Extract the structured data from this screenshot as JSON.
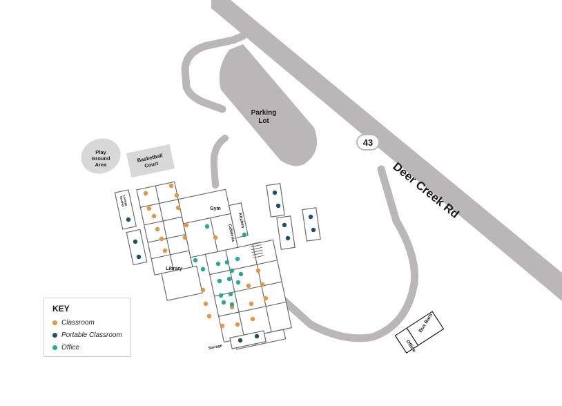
{
  "colors": {
    "road": "#b9b7b8",
    "classroom": "#e8963e",
    "portable": "#1f4e6e",
    "office": "#23a99a",
    "building_line": "#6b6b6b"
  },
  "labels": {
    "parking_line1": "Parking",
    "parking_line2": "Lot",
    "route_number": "43",
    "road_name": "Deer Creek Rd",
    "playground_line1": "Play",
    "playground_line2": "Ground",
    "playground_line3": "Area",
    "basketball_line1": "Basketball",
    "basketball_line2": "Court",
    "gym": "Gym",
    "cafeteria": "Cafeteria",
    "kitchen": "Kitchen",
    "library": "Library",
    "teacher_lounge_line1": "Teacher",
    "teacher_lounge_line2": "Lounge",
    "storage": "Storage",
    "bus_barn": "Bus Barn",
    "office": "Office"
  },
  "key": {
    "title": "KEY",
    "items": [
      {
        "label": "Classroom",
        "color": "#e8963e"
      },
      {
        "label": "Portable Classroom",
        "color": "#1f4e6e"
      },
      {
        "label": "Office",
        "color": "#23a99a"
      }
    ]
  }
}
